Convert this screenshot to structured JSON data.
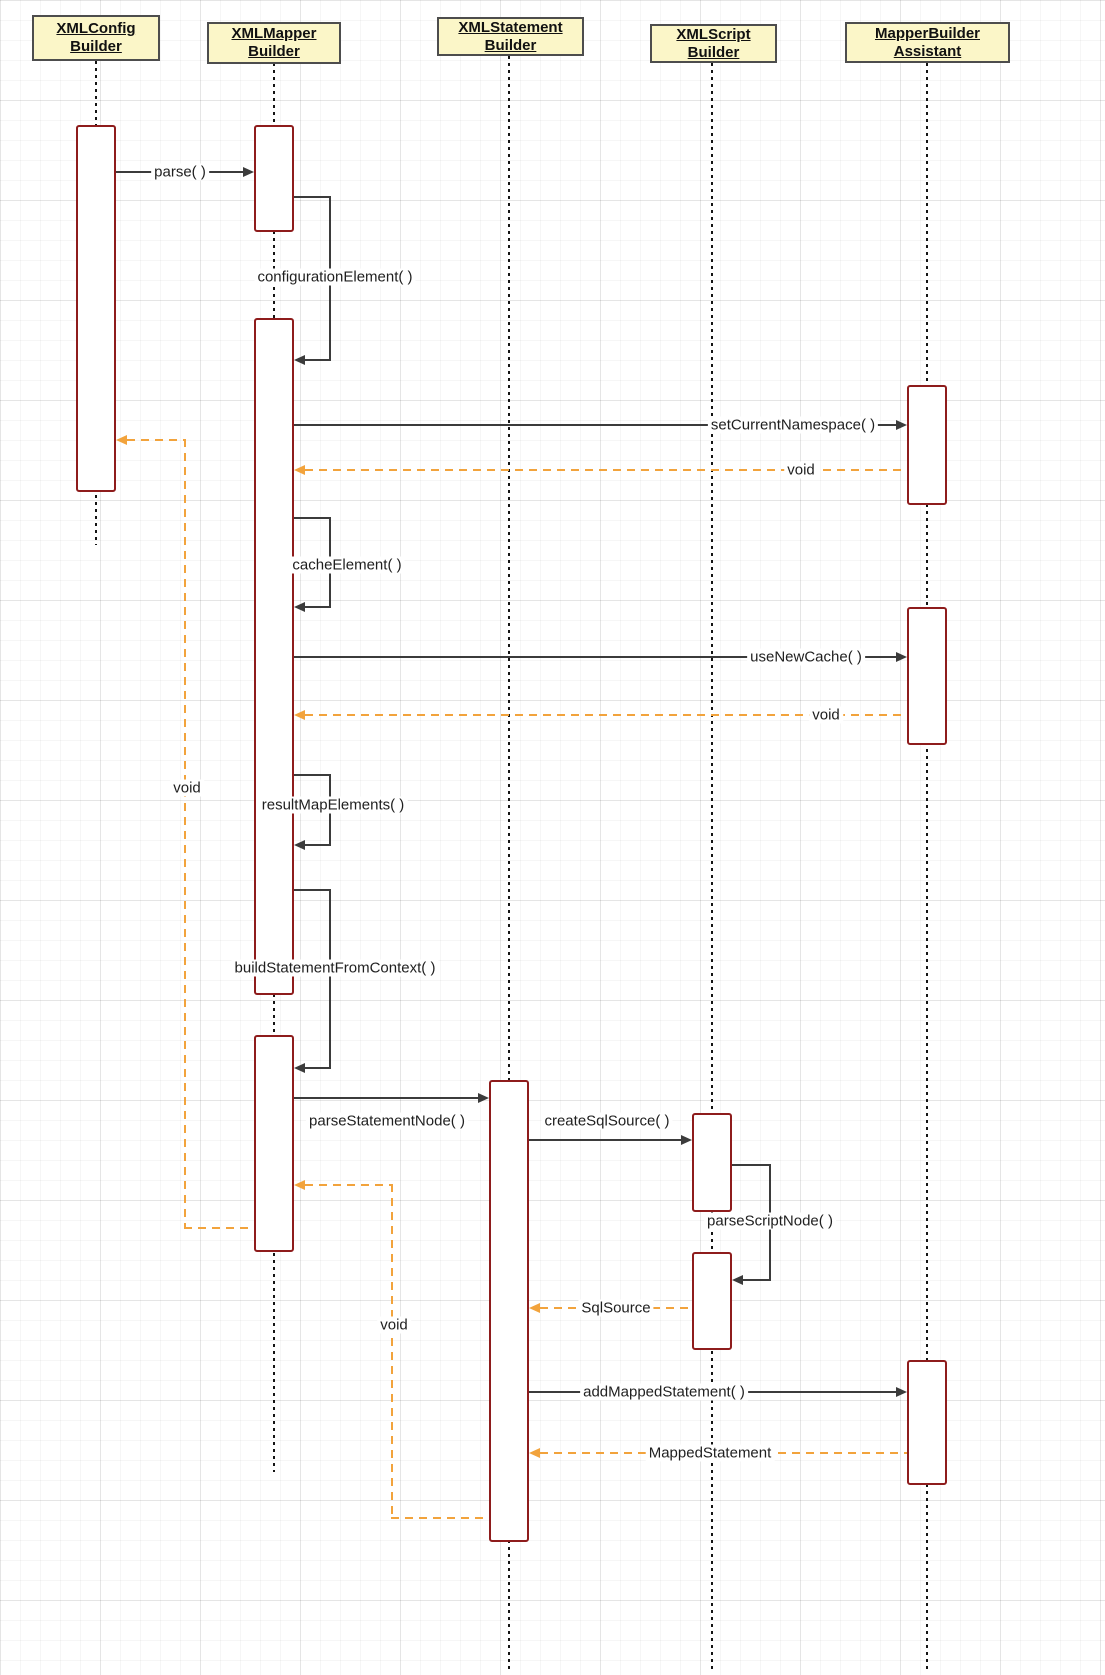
{
  "diagram": {
    "type": "uml-sequence-diagram",
    "actors": [
      {
        "line1": "XMLConfig",
        "line2": "Builder"
      },
      {
        "line1": "XMLMapper",
        "line2": "Builder"
      },
      {
        "line1": "XMLStatement",
        "line2": "Builder"
      },
      {
        "line1": "XMLScript",
        "line2": "Builder"
      },
      {
        "line1": "MapperBuilder",
        "line2": "Assistant"
      }
    ],
    "messages": [
      {
        "label": "parse( )",
        "from": "XMLConfigBuilder",
        "to": "XMLMapperBuilder",
        "kind": "call"
      },
      {
        "label": "configurationElement( )",
        "from": "XMLMapperBuilder",
        "to": "XMLMapperBuilder",
        "kind": "self-call"
      },
      {
        "label": "setCurrentNamespace( )",
        "from": "XMLMapperBuilder",
        "to": "MapperBuilderAssistant",
        "kind": "call"
      },
      {
        "label": "void",
        "from": "MapperBuilderAssistant",
        "to": "XMLMapperBuilder",
        "kind": "return"
      },
      {
        "label": "cacheElement( )",
        "from": "XMLMapperBuilder",
        "to": "XMLMapperBuilder",
        "kind": "self-call"
      },
      {
        "label": "useNewCache( )",
        "from": "XMLMapperBuilder",
        "to": "MapperBuilderAssistant",
        "kind": "call"
      },
      {
        "label": "void",
        "from": "MapperBuilderAssistant",
        "to": "XMLMapperBuilder",
        "kind": "return"
      },
      {
        "label": "resultMapElements( )",
        "from": "XMLMapperBuilder",
        "to": "XMLMapperBuilder",
        "kind": "self-call"
      },
      {
        "label": "buildStatementFromContext( )",
        "from": "XMLMapperBuilder",
        "to": "XMLMapperBuilder",
        "kind": "self-call"
      },
      {
        "label": "parseStatementNode( )",
        "from": "XMLMapperBuilder",
        "to": "XMLStatementBuilder",
        "kind": "call"
      },
      {
        "label": "createSqlSource( )",
        "from": "XMLStatementBuilder",
        "to": "XMLScriptBuilder",
        "kind": "call"
      },
      {
        "label": "parseScriptNode( )",
        "from": "XMLScriptBuilder",
        "to": "XMLScriptBuilder",
        "kind": "self-call"
      },
      {
        "label": "SqlSource",
        "from": "XMLScriptBuilder",
        "to": "XMLStatementBuilder",
        "kind": "return"
      },
      {
        "label": "addMappedStatement( )",
        "from": "XMLStatementBuilder",
        "to": "MapperBuilderAssistant",
        "kind": "call"
      },
      {
        "label": "MappedStatement",
        "from": "MapperBuilderAssistant",
        "to": "XMLStatementBuilder",
        "kind": "return"
      },
      {
        "label": "void",
        "from": "XMLMapperBuilder",
        "to": "XMLConfigBuilder",
        "kind": "return"
      },
      {
        "label": "void",
        "from": "XMLStatementBuilder",
        "to": "XMLMapperBuilder",
        "kind": "return"
      }
    ],
    "colors": {
      "actor_fill": "#fbf6c8",
      "actor_border": "#4d4d4d",
      "activation_fill": "#ffffff",
      "activation_border": "#8e1c1c",
      "call_arrow": "#3b3b3b",
      "return_arrow": "#f2a33c",
      "lifeline": "#141414",
      "background": "#ffffff"
    }
  }
}
